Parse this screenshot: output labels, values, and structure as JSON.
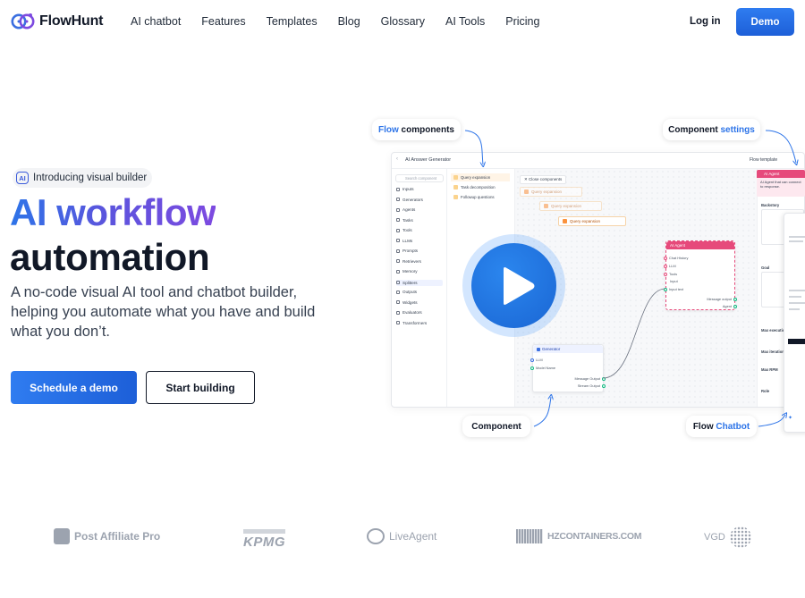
{
  "nav": {
    "brand": "FlowHunt",
    "items": [
      "AI chatbot",
      "Features",
      "Templates",
      "Blog",
      "Glossary",
      "AI Tools",
      "Pricing"
    ],
    "login": "Log in",
    "demo": "Demo"
  },
  "hero": {
    "badge": "Introducing visual builder",
    "badge_icon_text": "AI",
    "title_line1": "AI workflow",
    "title_line2": "automation",
    "subtitle": "A no-code visual AI tool and chatbot builder, helping you automate what you have and build what you don’t.",
    "cta_primary": "Schedule a demo",
    "cta_secondary": "Start building"
  },
  "annotations": {
    "flow_components": {
      "plain": "components",
      "accent": "Flow"
    },
    "component_settings": {
      "plain": "Component",
      "accent": "settings"
    },
    "component": "Component",
    "flow_chatbot": {
      "plain": "Flow",
      "accent": "Chatbot"
    }
  },
  "mock": {
    "title": "AI Answer Generator",
    "template_label": "Flow template",
    "search_placeholder": "Search component",
    "sidebar": [
      "Inputs",
      "Generators",
      "Agents",
      "Tasks",
      "Tools",
      "LLMs",
      "Prompts",
      "Retrievers",
      "Memory",
      "Splitters",
      "Outputs",
      "Widgets",
      "Evaluators",
      "Transformers"
    ],
    "list": [
      "Query expansion",
      "Task decomposition",
      "Followup questions"
    ],
    "close_components": "Close components",
    "canvas_nodes": [
      "Query expansion",
      "Query expansion",
      "Query expansion"
    ],
    "agent_node": {
      "title": "AI Agent",
      "rows": [
        "Chat History",
        "LLM",
        "Tools",
        "Input",
        "Input text"
      ],
      "outputs": [
        "Message output",
        "Agent"
      ]
    },
    "generator_node": {
      "title": "Generator",
      "rows": [
        "LLM",
        "Model Name"
      ],
      "outputs": [
        "Message Output",
        "Stream Output"
      ]
    },
    "right_panel": {
      "agent_title": "AI Agent",
      "agent_text": "AI Agent that can connect to response.",
      "backstory": "Backstory",
      "goal": "Goal",
      "max_execution": "Max execution",
      "max_iterations": "Max iterations",
      "max_rpm": "Max RPM",
      "role": "Role"
    }
  },
  "logos": [
    "Post Affiliate Pro",
    "KPMG",
    "LiveAgent",
    "HZCONTAINERS.COM",
    "VGD"
  ],
  "colors": {
    "brand_blue": "#2d74e8",
    "brand_purple": "#7d4ae0",
    "text_dark": "#111827",
    "logo_grey": "#9ca3af"
  }
}
